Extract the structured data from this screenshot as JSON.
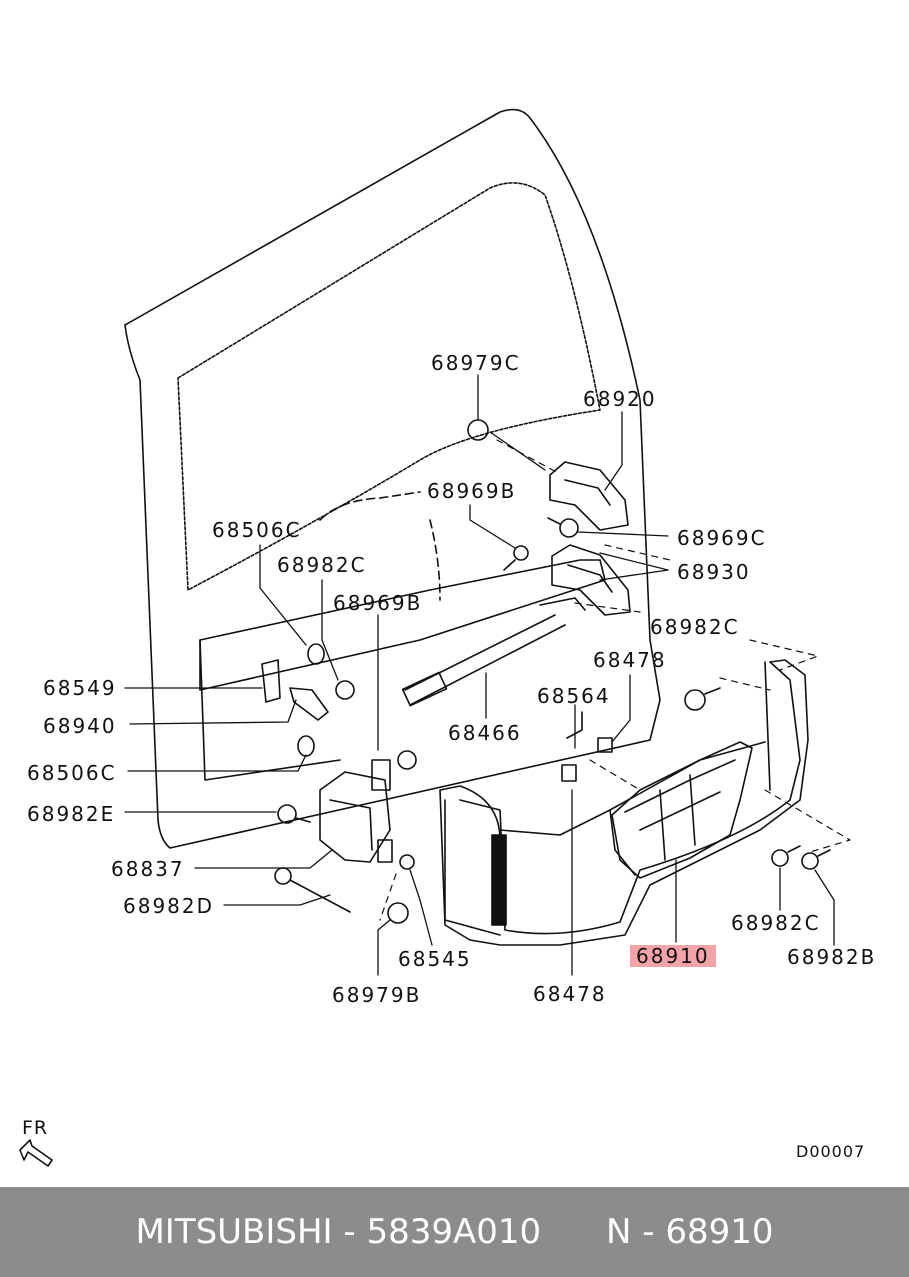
{
  "labels": {
    "l68979C_top": "68979C",
    "l68920": "68920",
    "l68969B_top": "68969B",
    "l68506C_top": "68506C",
    "l68969C": "68969C",
    "l68982C_left": "68982C",
    "l68930": "68930",
    "l68969B_mid": "68969B",
    "l68982C_right": "68982C",
    "l68478_top": "68478",
    "l68549": "68549",
    "l68564": "68564",
    "l68940": "68940",
    "l68466": "68466",
    "l68506C_bottom": "68506C",
    "l68982E": "68982E",
    "l68837": "68837",
    "l68982D": "68982D",
    "l68982C_bottom": "68982C",
    "l68545": "68545",
    "l68910": "68910",
    "l68982B": "68982B",
    "l68979B": "68979B",
    "l68478_bottom": "68478"
  },
  "direction_label": "FR",
  "diagram_code": "D00007",
  "footer": {
    "brand": "MITSUBISHI",
    "part_number": "5839A010",
    "ref": "N - 68910",
    "separator": "-"
  },
  "colors": {
    "highlight": "#f4a3a9",
    "footer_bg": "#8c8c8c",
    "line": "#111111"
  }
}
